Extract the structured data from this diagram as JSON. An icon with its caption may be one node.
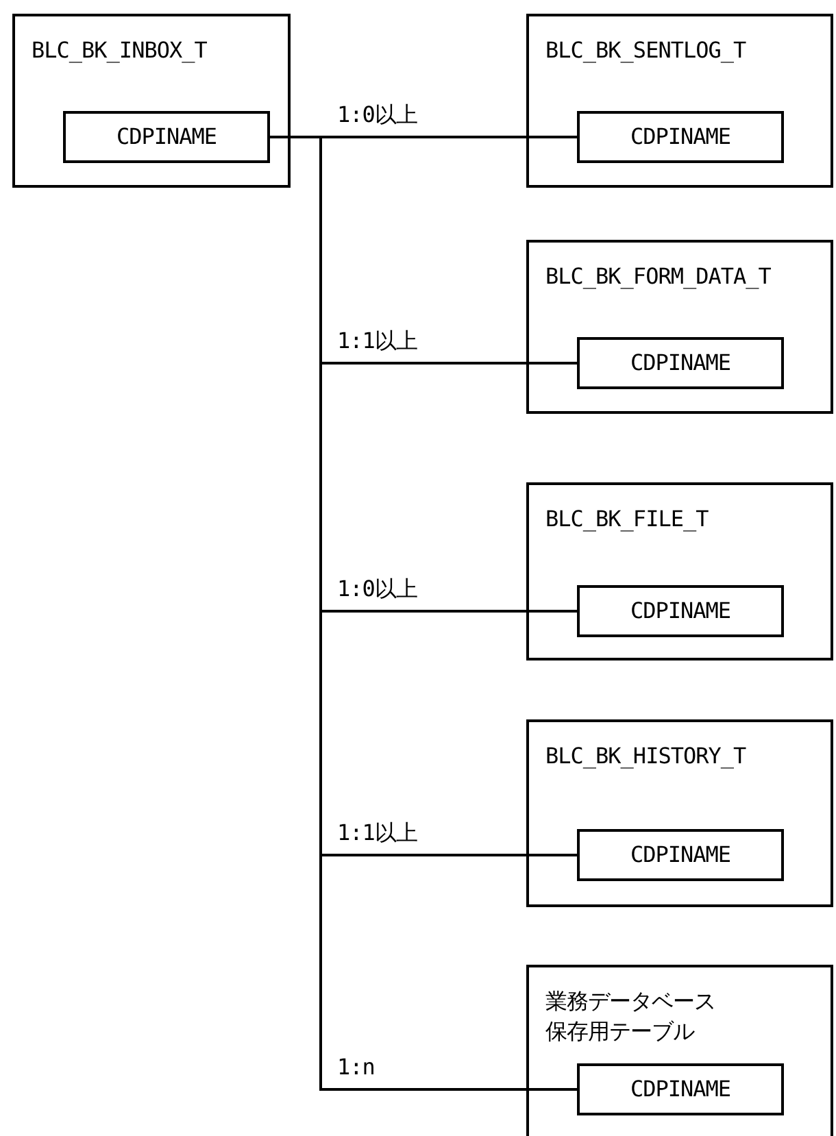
{
  "diagram": {
    "nodes": [
      {
        "text": [
          "BLC_BK_INBOX_T"
        ]
      },
      {
        "text": [
          "CDPINAME"
        ],
        "in": 0
      },
      {
        "text": [
          "BLC_BK_SENTLOG_T"
        ]
      },
      {
        "text": [
          "CDPINAME"
        ],
        "in": 2
      },
      {
        "text": [
          "BLC_BK_FORM_DATA_T"
        ]
      },
      {
        "text": [
          "CDPINAME"
        ],
        "in": 4
      },
      {
        "text": [
          "BLC_BK_FILE_T"
        ]
      },
      {
        "text": [
          "CDPINAME"
        ],
        "in": 6
      },
      {
        "text": [
          "BLC_BK_HISTORY_T"
        ]
      },
      {
        "text": [
          "CDPINAME"
        ],
        "in": 8
      },
      {
        "text": [
          "業務データベース保存用テーブル"
        ]
      },
      {
        "text": [
          "CDPINAME"
        ],
        "in": 10
      }
    ],
    "edges": [
      {
        "from": 1,
        "to": 3,
        "arrow": "none",
        "label": "1:0以上"
      },
      {
        "from": 1,
        "to": 5,
        "arrow": "none",
        "label": "1:1以上"
      },
      {
        "from": 1,
        "to": 7,
        "arrow": "none",
        "label": "1:0以上"
      },
      {
        "from": 1,
        "to": 9,
        "arrow": "none",
        "label": "1:1以上"
      },
      {
        "from": 1,
        "to": 11,
        "arrow": "none",
        "label": "1:n"
      }
    ]
  }
}
